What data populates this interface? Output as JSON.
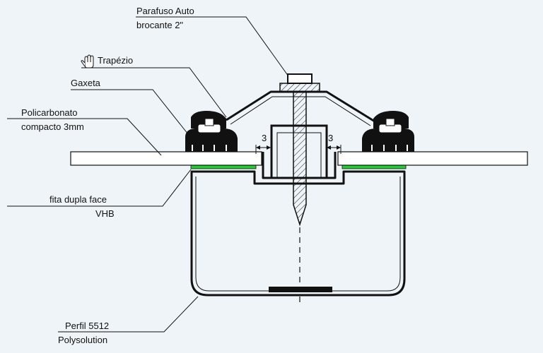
{
  "labels": {
    "screw_line1": "Parafuso Auto",
    "screw_line2": "brocante 2\"",
    "trapezio": "Trapézio",
    "gaxeta": "Gaxeta",
    "policarbonato_line1": "Policarbonato",
    "policarbonato_line2": "compacto 3mm",
    "fita_line1": "fita dupla face",
    "fita_line2": "VHB",
    "perfil_line1": "Perfil 5512",
    "perfil_line2": "Polysolution"
  },
  "dimensions": {
    "gap_left": "3",
    "gap_right": "3"
  },
  "colors": {
    "background": "#eef4f8",
    "tape": "#22cc33",
    "sheet": "#ffffff",
    "line": "#111111"
  },
  "icons": {
    "trapezio_marker": "hand-pointer-icon"
  }
}
